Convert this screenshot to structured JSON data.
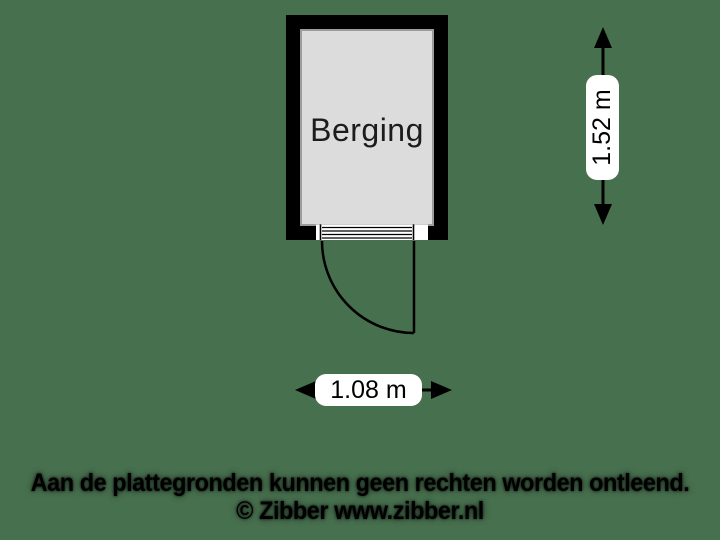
{
  "canvas": {
    "background_color": "#47704E"
  },
  "floorplan": {
    "room": {
      "label": "Berging",
      "wall_color": "#000000",
      "floor_color": "#DCDCDC",
      "floor_edge_color": "#9C9C9C"
    },
    "door": {
      "type": "swing-door",
      "color": "#000000"
    }
  },
  "dimensions": {
    "height": {
      "label": "1.52 m",
      "box_color": "#FFFFFF",
      "text_color": "#000000",
      "arrow_color": "#000000"
    },
    "width": {
      "label": "1.08 m",
      "box_color": "#FFFFFF",
      "text_color": "#000000",
      "arrow_color": "#000000"
    }
  },
  "footer": {
    "disclaimer": "Aan de plattegronden kunnen geen rechten worden ontleend.",
    "copyright": "© Zibber www.zibber.nl",
    "text_color": "#000000"
  }
}
